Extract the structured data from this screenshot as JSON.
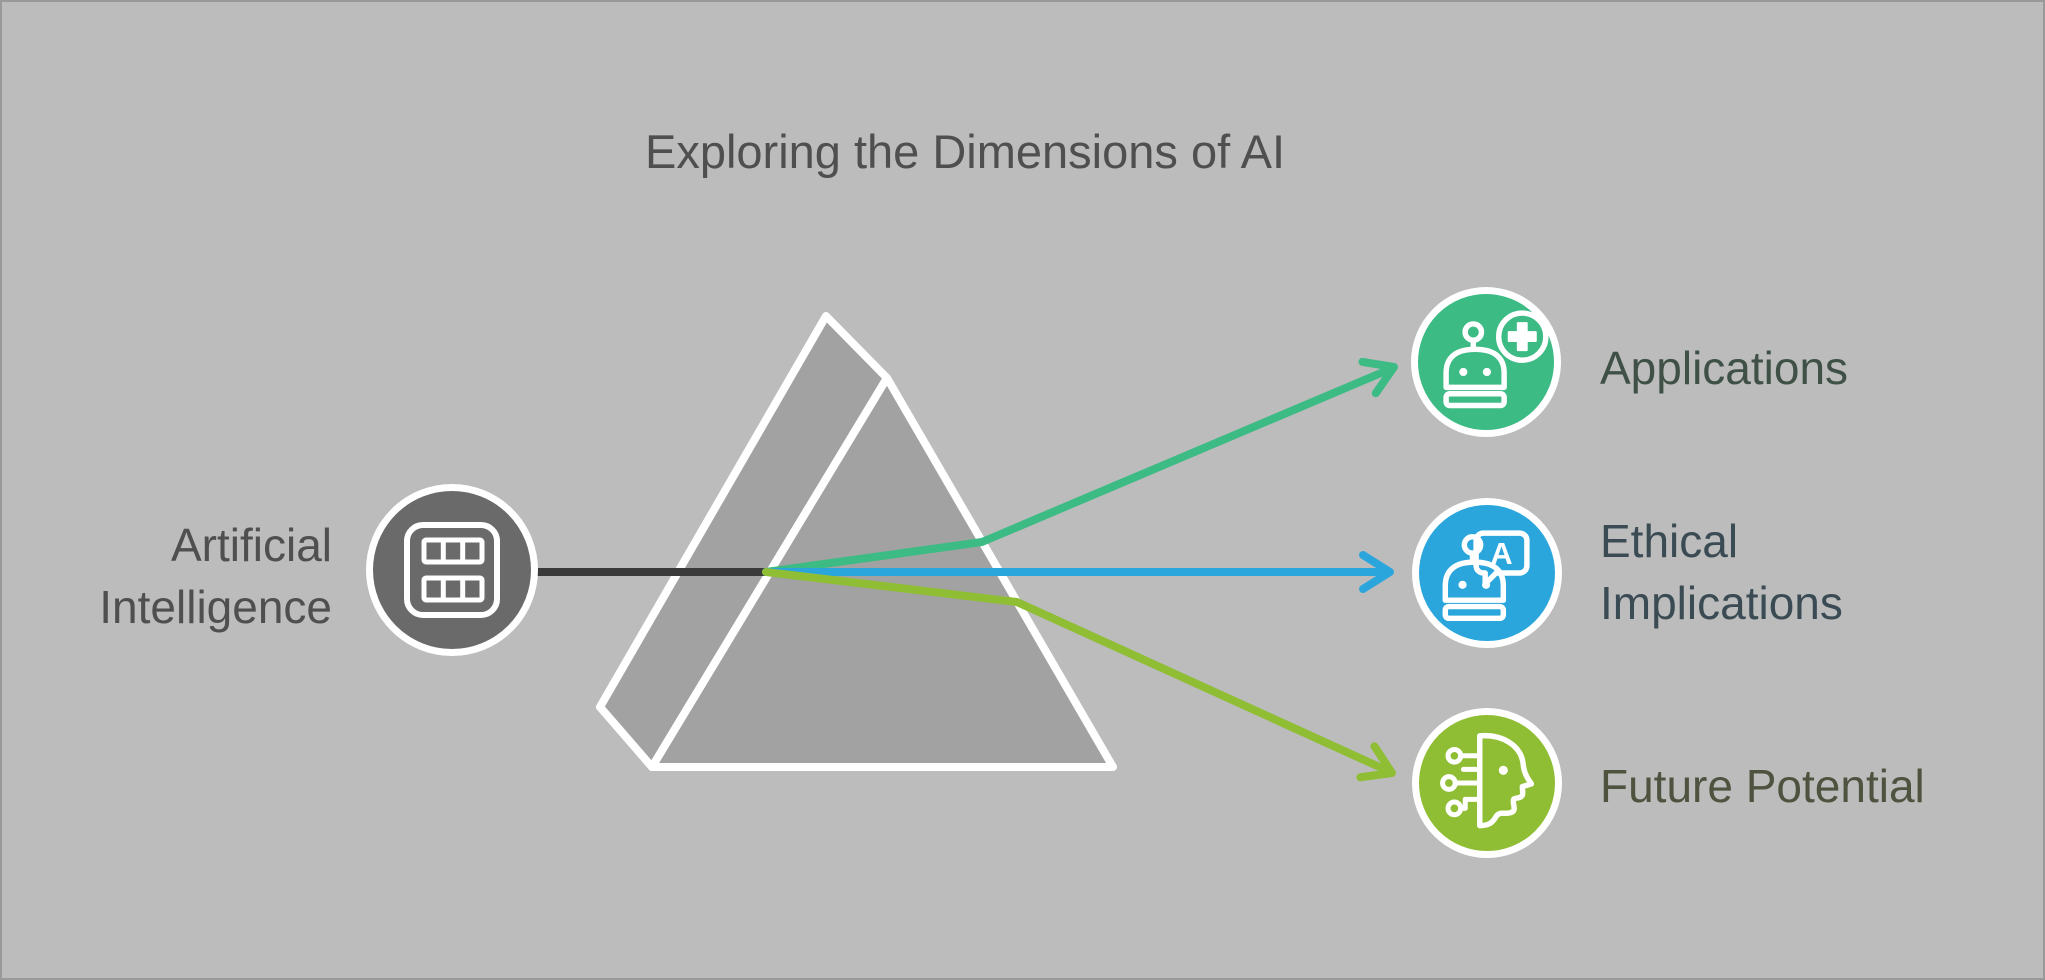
{
  "title": {
    "text": "Exploring the Dimensions of AI",
    "color": "#4f4f4f"
  },
  "canvas": {
    "background": "#bcbcbc"
  },
  "input_node": {
    "label_lines": [
      "Artificial",
      "Intelligence"
    ],
    "label_color": "#4f4f4f",
    "circle_fill": "#6a6a6a",
    "icon": "table-grid-icon"
  },
  "prism": {
    "fill": "#a2a2a2",
    "stroke": "#ffffff"
  },
  "beam_color": "#3a3a3a",
  "outputs": [
    {
      "label_lines": [
        "Applications"
      ],
      "color": "#3dbb85",
      "label_color": "#3f5147",
      "icon": "robot-medical-plus-icon"
    },
    {
      "label_lines": [
        "Ethical",
        "Implications"
      ],
      "color": "#2aa6dd",
      "label_color": "#3a4b54",
      "icon": "robot-chat-bubble-icon",
      "bubble_letter": "A"
    },
    {
      "label_lines": [
        "Future Potential"
      ],
      "color": "#8fbe35",
      "label_color": "#4e5340",
      "icon": "face-circuit-icon"
    }
  ]
}
